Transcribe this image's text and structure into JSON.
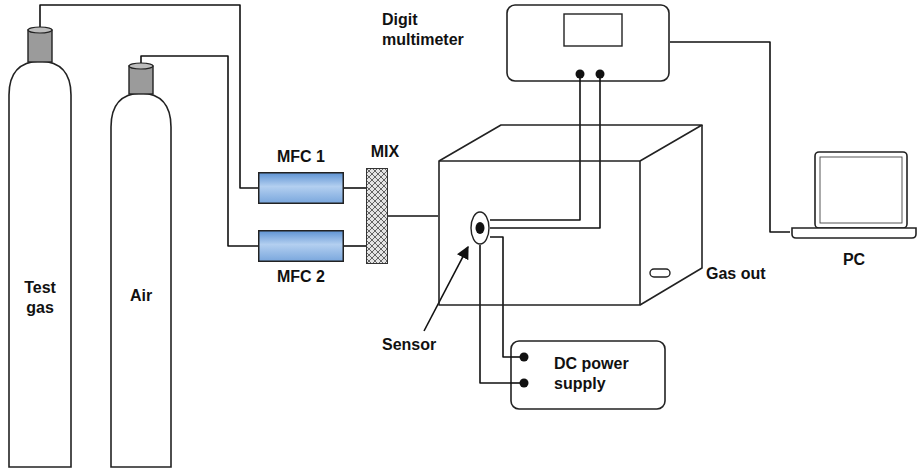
{
  "diagram": {
    "nodes": [
      {
        "text": [
          "Test gas"
        ]
      },
      {
        "text": [
          "Air"
        ]
      },
      {
        "text": [
          "MFC 1"
        ]
      },
      {
        "text": [
          "MFC 2"
        ]
      },
      {
        "text": [
          "MIX"
        ]
      },
      {
        "text": [
          "Digit multimeter"
        ]
      },
      {
        "text": [
          "Gas out"
        ]
      },
      {
        "text": [
          "Sensor"
        ],
        "in": 6
      },
      {
        "text": [
          "DC power supply"
        ]
      },
      {
        "text": [
          "PC"
        ]
      }
    ],
    "edges": [
      {
        "from": 0,
        "to": 2,
        "arrow": "none"
      },
      {
        "from": 1,
        "to": 3,
        "arrow": "none"
      },
      {
        "from": 2,
        "to": 4,
        "arrow": "none"
      },
      {
        "from": 3,
        "to": 4,
        "arrow": "none"
      },
      {
        "from": 4,
        "to": 6,
        "arrow": "none"
      },
      {
        "from": 5,
        "to": 7,
        "arrow": "none"
      },
      {
        "from": 5,
        "to": 7,
        "arrow": "none"
      },
      {
        "from": 7,
        "to": 8,
        "arrow": "none"
      },
      {
        "from": 7,
        "to": 8,
        "arrow": "none"
      },
      {
        "from": 5,
        "to": 9,
        "arrow": "none"
      }
    ]
  }
}
